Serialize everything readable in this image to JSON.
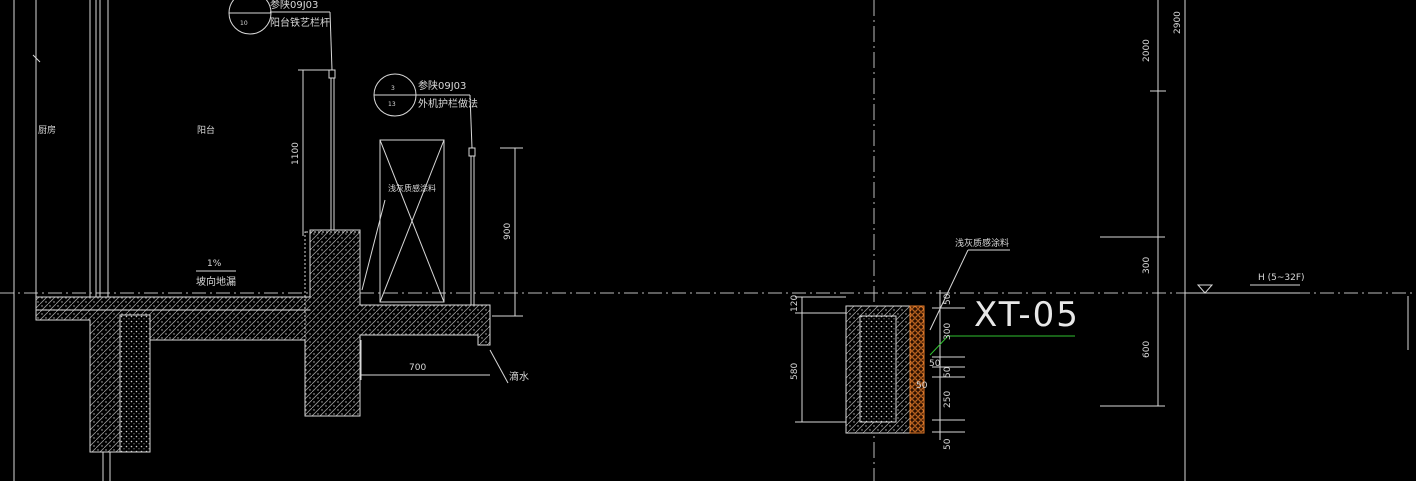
{
  "drawing": {
    "background": "#000000",
    "line_color": "#d8d8d8",
    "accent_orange": "#e07a2a",
    "accent_green": "#2fbf2f"
  },
  "callouts": {
    "ref1_top": "参陕09J03",
    "ref1_desc": "阳台铁艺栏杆",
    "ref1_num": "10",
    "ref2_top": "参陕09J03",
    "ref2_desc": "外机护栏做法",
    "ref2_num_top": "3",
    "ref2_num_bottom": "13"
  },
  "rooms": {
    "kitchen": "厨房",
    "balcony": "阳台"
  },
  "notes": {
    "slope_pct": "1%",
    "slope_text": "坡向地漏",
    "paint_left": "浅灰质感涂料",
    "paint_right": "浅灰质感涂料",
    "drip": "滴水",
    "xt_label": "XT-05",
    "level_text": "H (5~32F)"
  },
  "dims": {
    "d1100": "1100",
    "d900": "900",
    "d700": "700",
    "d120": "120",
    "d580": "580",
    "d50a": "50",
    "d300a": "300",
    "d50b": "50",
    "d50c": "50",
    "d50d": "50",
    "d250": "250",
    "d50e": "50",
    "d2900": "2900",
    "d2000": "2000",
    "d300b": "300",
    "d600": "600"
  }
}
